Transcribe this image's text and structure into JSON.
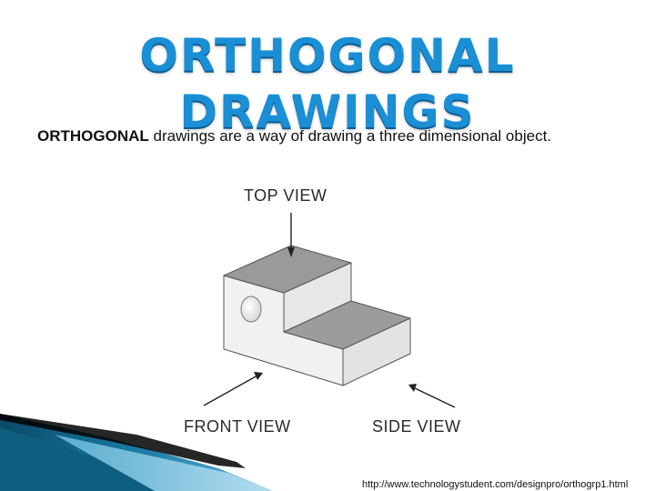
{
  "title": "ORTHOGONAL DRAWINGS",
  "intro": {
    "bold": "ORTHOGONAL",
    "text": " drawings are a way of drawing a three dimensional object."
  },
  "diagram": {
    "labels": {
      "top": "TOP VIEW",
      "front": "FRONT VIEW",
      "side": "SIDE VIEW"
    }
  },
  "source_url": "http://www.technologystudent.com/designpro/orthogrp1.html",
  "colors": {
    "title": "#1a8fd6",
    "accent_band_dark": "#0d4f6e",
    "accent_band_light": "#7ec8e8"
  }
}
